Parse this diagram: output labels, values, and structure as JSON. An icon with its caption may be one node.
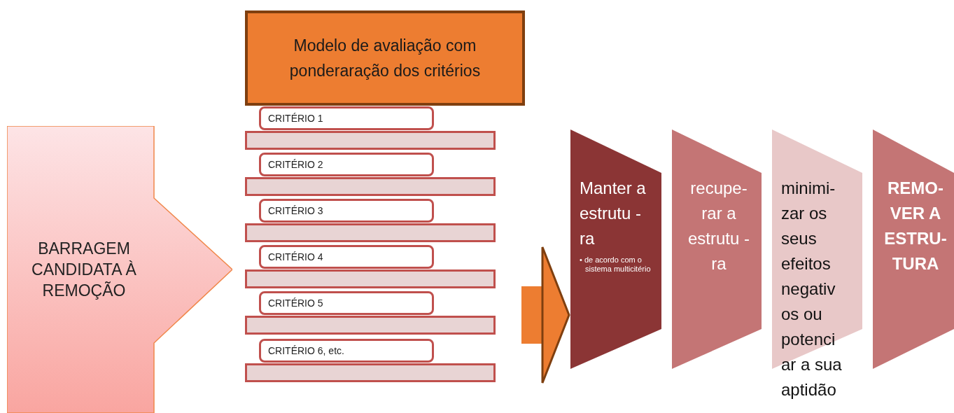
{
  "diagram": {
    "nodes": [
      {
        "text": [
          "BARRAGEM CANDIDATA À REMOÇÃO"
        ]
      },
      {
        "text": [
          "Modelo de avaliação com ponderaração dos critérios"
        ]
      },
      {
        "text": [
          "CRITÉRIO 1"
        ]
      },
      {
        "text": [],
        "shape": "bar"
      },
      {
        "text": [
          "CRITÉRIO 2"
        ]
      },
      {
        "text": [],
        "shape": "bar"
      },
      {
        "text": [
          "CRITÉRIO 3"
        ]
      },
      {
        "text": [],
        "shape": "bar"
      },
      {
        "text": [
          "CRITÉRIO 4"
        ]
      },
      {
        "text": [],
        "shape": "bar"
      },
      {
        "text": [
          "CRITÉRIO 5"
        ]
      },
      {
        "text": [],
        "shape": "bar"
      },
      {
        "text": [
          "CRITÉRIO 6, etc."
        ]
      },
      {
        "text": [],
        "shape": "bar"
      },
      {
        "text": [
          "Manter a estrutu -ra",
          "• de acordo com o sistema multicitério"
        ]
      },
      {
        "text": [
          "recupe- rar a estrutu -ra"
        ]
      },
      {
        "text": [
          "minimi- zar os seus efeitos negativ os ou potenci ar a sua aptidão"
        ]
      },
      {
        "text": [
          "REMO- VER A ESTRU- TURA"
        ]
      }
    ],
    "edges": [
      {
        "from": null,
        "to": 14,
        "arrow": "to"
      }
    ]
  }
}
